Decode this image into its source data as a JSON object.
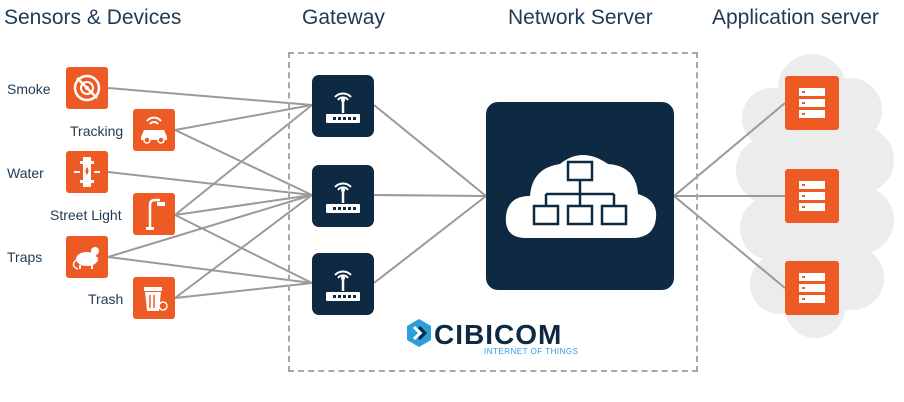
{
  "columns": {
    "sensors": "Sensors & Devices",
    "gateway": "Gateway",
    "network_server": "Network Server",
    "application_server": "Application server"
  },
  "sensors": [
    {
      "label": "Smoke",
      "icon": "smoke-detector-icon"
    },
    {
      "label": "Tracking",
      "icon": "car-tracking-icon"
    },
    {
      "label": "Water",
      "icon": "water-pipe-icon"
    },
    {
      "label": "Street Light",
      "icon": "street-light-icon"
    },
    {
      "label": "Traps",
      "icon": "mouse-trap-icon"
    },
    {
      "label": "Trash",
      "icon": "trash-bin-icon"
    }
  ],
  "gateways": [
    {
      "icon": "gateway-router-icon"
    },
    {
      "icon": "gateway-router-icon"
    },
    {
      "icon": "gateway-router-icon"
    }
  ],
  "network_server": {
    "icon": "cloud-network-icon"
  },
  "application_servers": [
    {
      "icon": "server-rack-icon"
    },
    {
      "icon": "server-rack-icon"
    },
    {
      "icon": "server-rack-icon"
    }
  ],
  "brand": {
    "name": "CIBICOM",
    "tagline": "INTERNET OF THINGS"
  },
  "colors": {
    "accent": "#ee5a24",
    "navy": "#0e2a43",
    "connector": "#9a9a9a",
    "cloud": "#ececec",
    "brand_blue": "#2a9fd8"
  }
}
